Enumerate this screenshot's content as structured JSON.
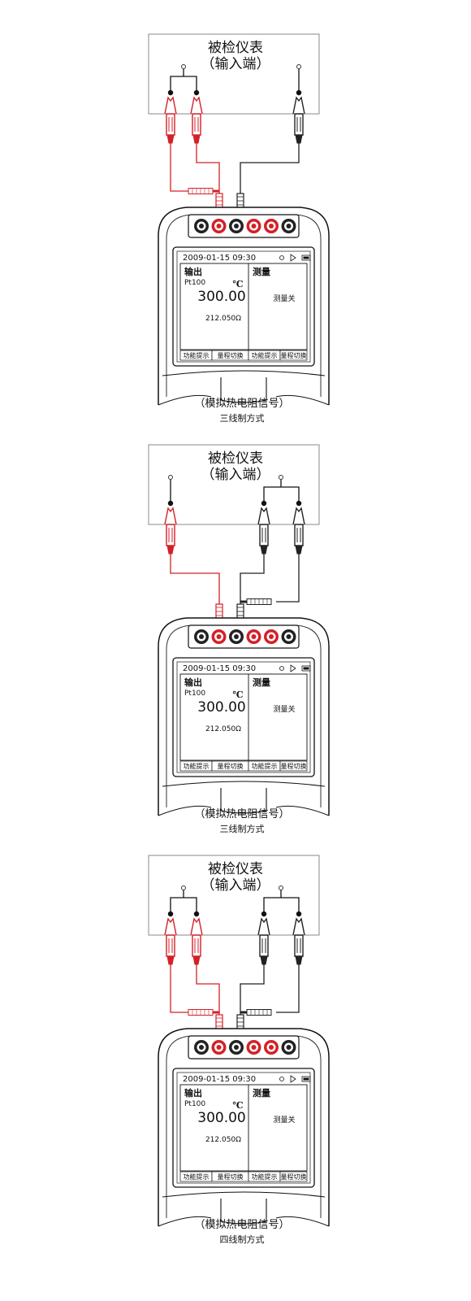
{
  "screen": {
    "datetime": "2009-01-15 09:30",
    "output_header": "输出",
    "measure_header": "测量",
    "sensor": "Pt100",
    "unit": "℃",
    "value": "300.00",
    "resistance": "212.050Ω",
    "measure_status": "测量关",
    "buttons": [
      "功能提示",
      "量程切换",
      "功能提示",
      "量程切换"
    ]
  },
  "diagrams": [
    {
      "instrument_line1": "被检仪表",
      "instrument_line2": "（输入端）",
      "caption1": "（模拟热电阻信号）",
      "caption2": "三线制方式",
      "red_clips": 2,
      "black_clips": 1
    },
    {
      "instrument_line1": "被检仪表",
      "instrument_line2": "（输入端）",
      "caption1": "（模拟热电阻信号）",
      "caption2": "三线制方式",
      "red_clips": 1,
      "black_clips": 2
    },
    {
      "instrument_line1": "被检仪表",
      "instrument_line2": "（输入端）",
      "caption1": "（模拟热电阻信号）",
      "caption2": "四线制方式",
      "red_clips": 2,
      "black_clips": 2
    }
  ],
  "colors": {
    "red_lead": "#d42027",
    "black_lead": "#222222",
    "box_border": "#8a8a8a"
  }
}
